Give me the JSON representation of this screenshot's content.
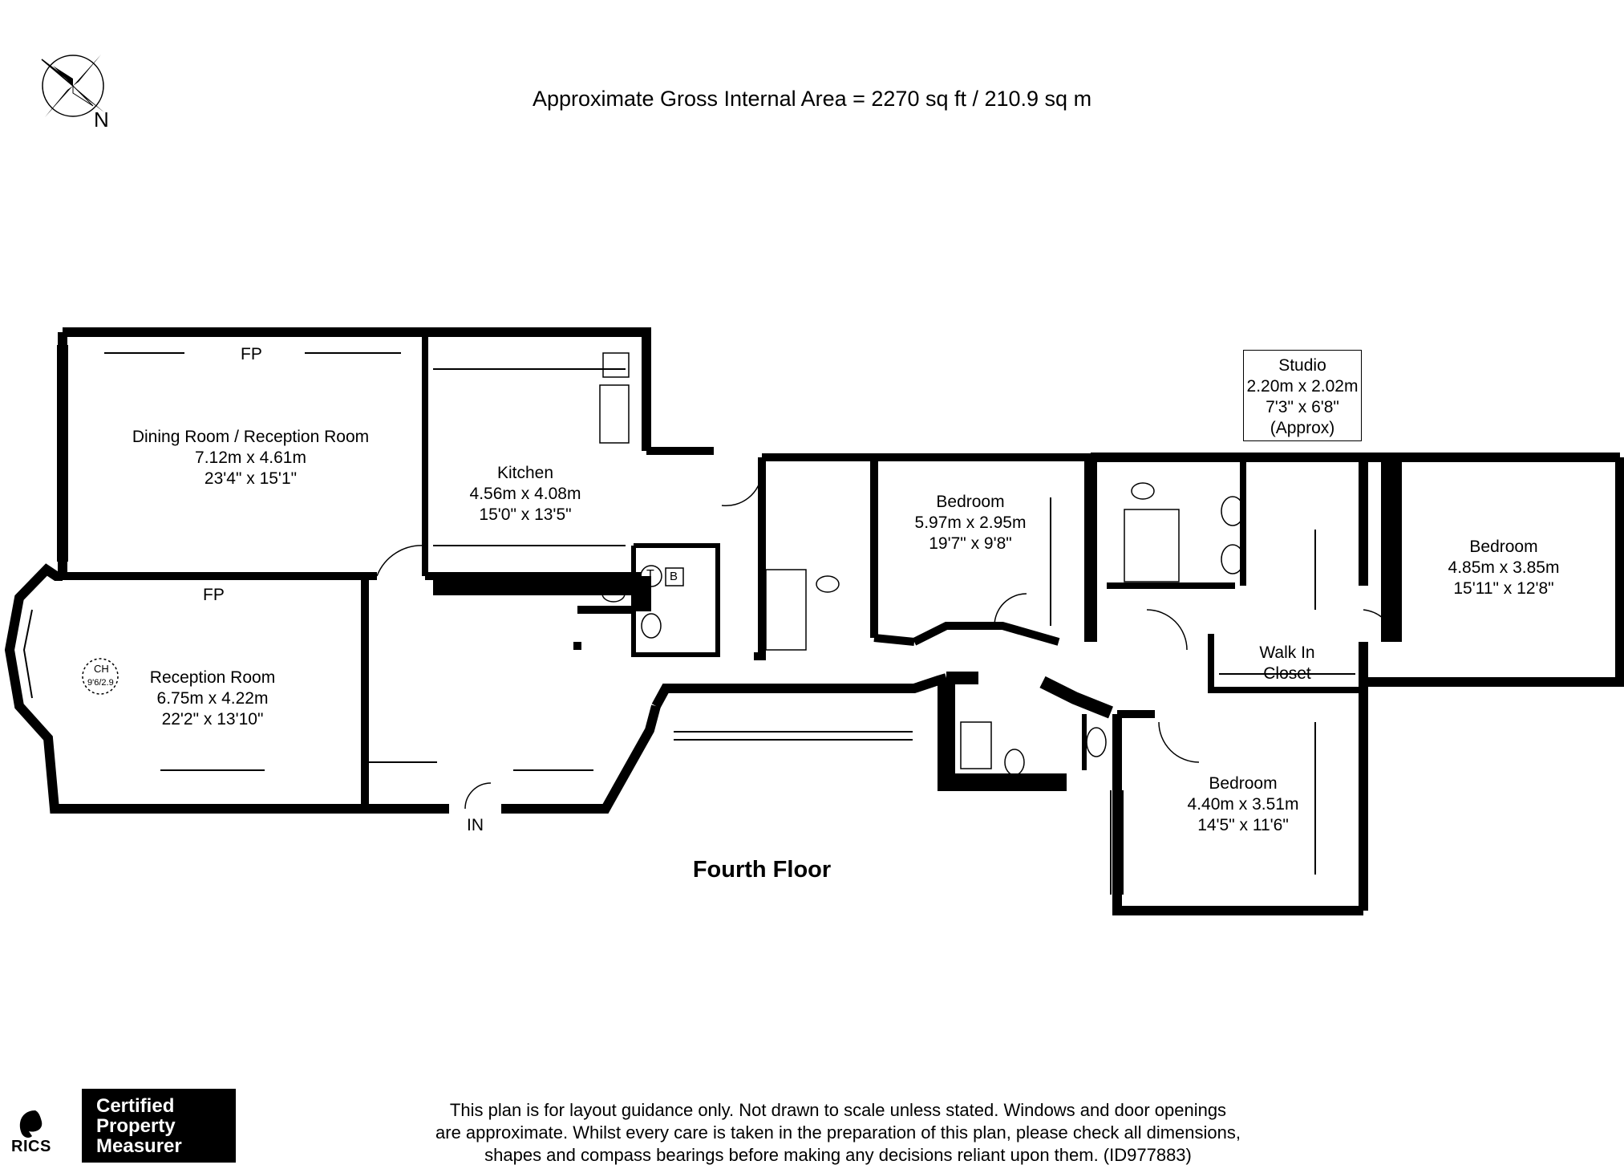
{
  "header": {
    "gross_internal_area": "Approximate Gross Internal Area = 2270 sq ft / 210.9 sq m",
    "compass_label": "N"
  },
  "rooms": {
    "dining": {
      "name": "Dining Room / Reception Room",
      "metric": "7.12m x 4.61m",
      "imperial": "23'4\" x 15'1\""
    },
    "kitchen": {
      "name": "Kitchen",
      "metric": "4.56m x 4.08m",
      "imperial": "15'0\" x 13'5\""
    },
    "reception": {
      "name": "Reception Room",
      "metric": "6.75m x 4.22m",
      "imperial": "22'2\" x 13'10\""
    },
    "bedroom1": {
      "name": "Bedroom",
      "metric": "5.97m x 2.95m",
      "imperial": "19'7\" x 9'8\""
    },
    "bedroom2": {
      "name": "Bedroom",
      "metric": "4.85m x 3.85m",
      "imperial": "15'11\" x 12'8\""
    },
    "bedroom3": {
      "name": "Bedroom",
      "metric": "4.40m x 3.51m",
      "imperial": "14'5\" x 11'6\""
    },
    "studio": {
      "name": "Studio",
      "metric": "2.20m x 2.02m",
      "imperial": "7'3\" x 6'8\"",
      "note": "(Approx)"
    },
    "closet": {
      "line1": "Walk In",
      "line2": "Closet"
    }
  },
  "labels": {
    "fireplace_top": "FP",
    "fireplace_bottom": "FP",
    "ceiling_height_tag": "CH",
    "ceiling_height_value": "9'6/2.9",
    "tank": "T",
    "boiler": "B",
    "entrance": "IN"
  },
  "floor_name": "Fourth Floor",
  "disclaimer": {
    "line1": "This plan is for layout guidance only. Not drawn to scale unless stated. Windows and door openings",
    "line2": "are approximate. Whilst every care is taken in the preparation of this plan, please check all dimensions,",
    "line3": "shapes and compass bearings before making any decisions reliant upon them. (ID977883)"
  },
  "badge": {
    "org": "RICS",
    "line1": "Certified",
    "line2": "Property",
    "line3": "Measurer"
  }
}
